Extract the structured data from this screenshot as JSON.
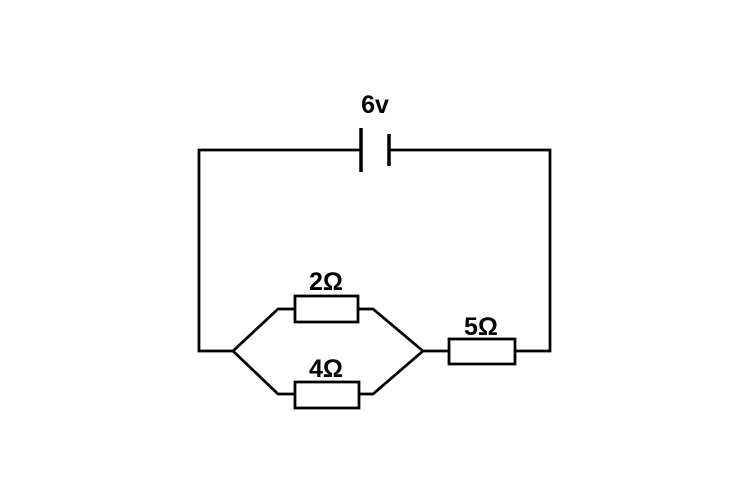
{
  "circuit": {
    "kind": "series-parallel resistor circuit",
    "battery": {
      "label": "6v"
    },
    "resistors": {
      "parallel_top": {
        "label": "2Ω"
      },
      "parallel_bottom": {
        "label": "4Ω"
      },
      "series_right": {
        "label": "5Ω"
      }
    },
    "colors": {
      "line": "#000000",
      "background": "#ffffff"
    }
  }
}
